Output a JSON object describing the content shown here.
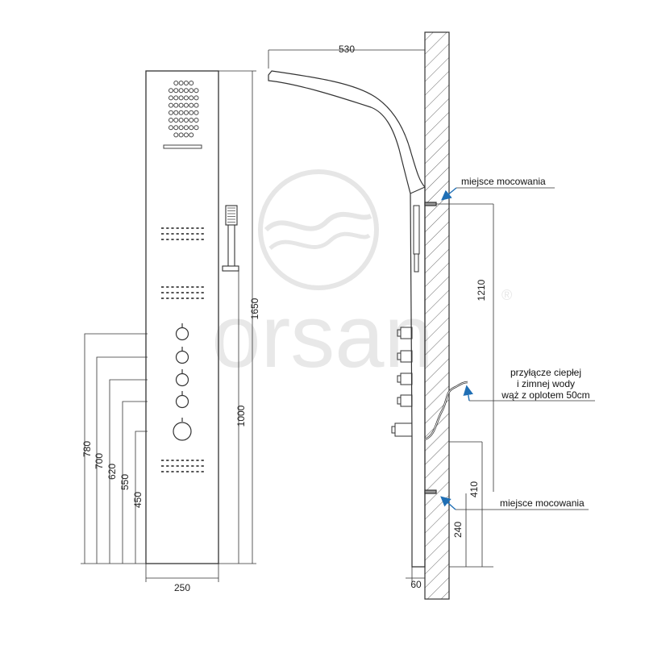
{
  "watermark": {
    "brand": "orsan",
    "registered": "®"
  },
  "front_view": {
    "dimensions": {
      "total_height": "1650",
      "hand_shower_height": "1000",
      "width": "250",
      "valve_heights": [
        "780",
        "700",
        "620",
        "550",
        "450"
      ]
    }
  },
  "side_view": {
    "dimensions": {
      "arm_projection": "530",
      "mount_distance": "1210",
      "lower_bracket_height": "410",
      "bottom_mount_height": "240",
      "depth": "60"
    },
    "callouts": {
      "upper_mount": "miejsce mocowania",
      "lower_mount": "miejsce mocowania",
      "connection": [
        "przyłącze ciepłej",
        "i zimnej wody",
        "wąż z oplotem 50cm"
      ]
    }
  },
  "colors": {
    "line": "#333333",
    "callout_arrow": "#1f6fb5",
    "watermark": "#e4e4e4"
  }
}
